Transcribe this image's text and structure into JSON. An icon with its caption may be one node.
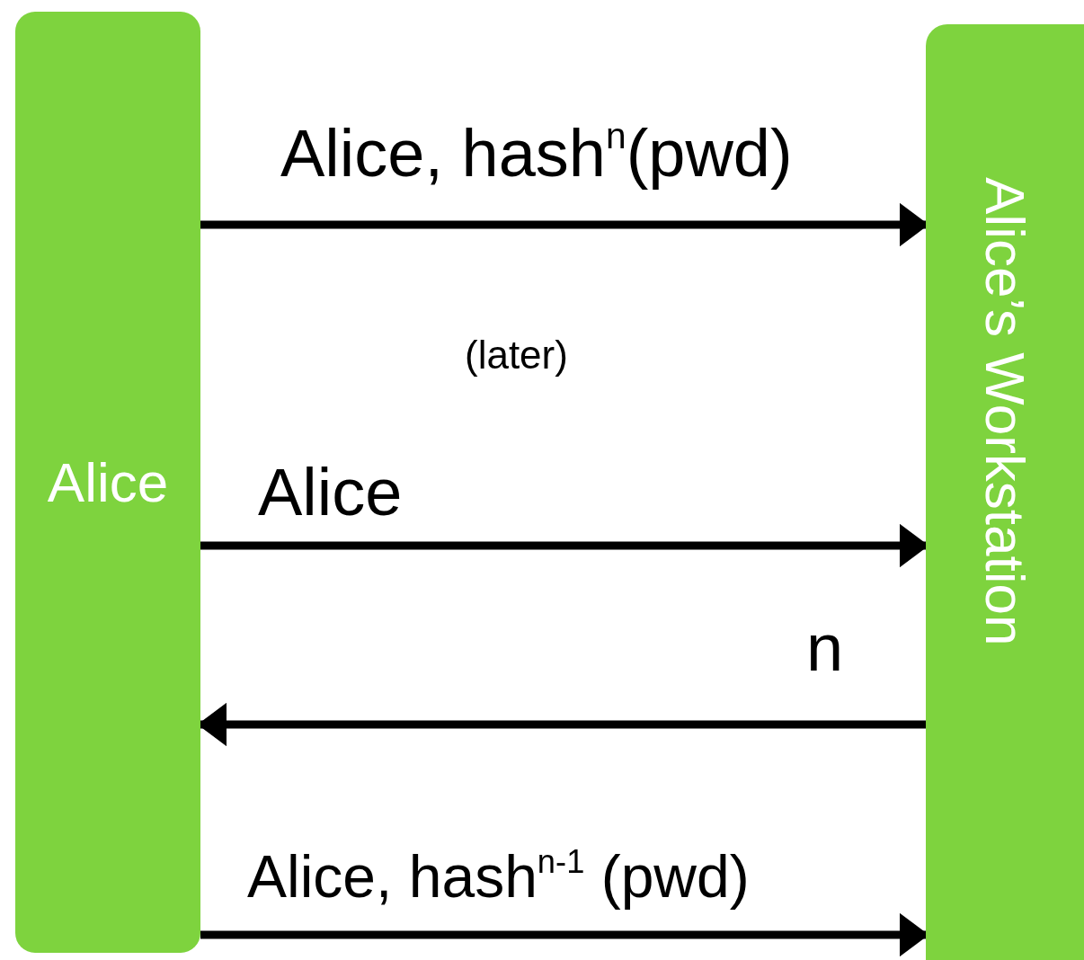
{
  "diagram": {
    "nodes": [
      {
        "text": [
          "Alice"
        ]
      },
      {
        "text": [
          "Alice’s Workstation"
        ]
      }
    ],
    "edges": [
      {
        "from": 0,
        "to": 1,
        "arrow": "to",
        "label": "Alice, hash$^{n}$(pwd)"
      },
      {
        "from": 0,
        "to": 1,
        "arrow": "to",
        "label": "Alice"
      },
      {
        "from": 1,
        "to": 0,
        "arrow": "to",
        "label": "n"
      },
      {
        "from": 0,
        "to": 1,
        "arrow": "to",
        "label": "Alice, hash$^{n-1}$ (pwd)"
      }
    ],
    "labels": [
      "(later)"
    ]
  }
}
